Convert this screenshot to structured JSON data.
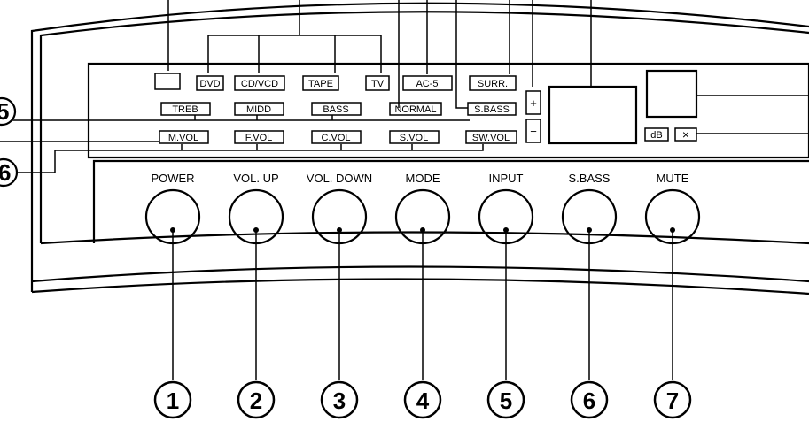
{
  "display_labels": {
    "row1": [
      "DVD",
      "CD/VCD",
      "TAPE",
      "TV",
      "AC-5",
      "SURR."
    ],
    "row2": [
      "TREB",
      "MIDD",
      "BASS",
      "NORMAL",
      "S.BASS"
    ],
    "row3": [
      "M.VOL",
      "F.VOL",
      "C.VOL",
      "S.VOL",
      "SW.VOL"
    ],
    "plus": "+",
    "minus": "−",
    "db": "dB",
    "mute_x": "×"
  },
  "side_callouts": {
    "left_upper": "5",
    "left_lower": "6"
  },
  "buttons": [
    {
      "label": "POWER",
      "number": "1"
    },
    {
      "label": "VOL. UP",
      "number": "2"
    },
    {
      "label": "VOL. DOWN",
      "number": "3"
    },
    {
      "label": "MODE",
      "number": "4"
    },
    {
      "label": "INPUT",
      "number": "5"
    },
    {
      "label": "S.BASS",
      "number": "6"
    },
    {
      "label": "MUTE",
      "number": "7"
    }
  ]
}
